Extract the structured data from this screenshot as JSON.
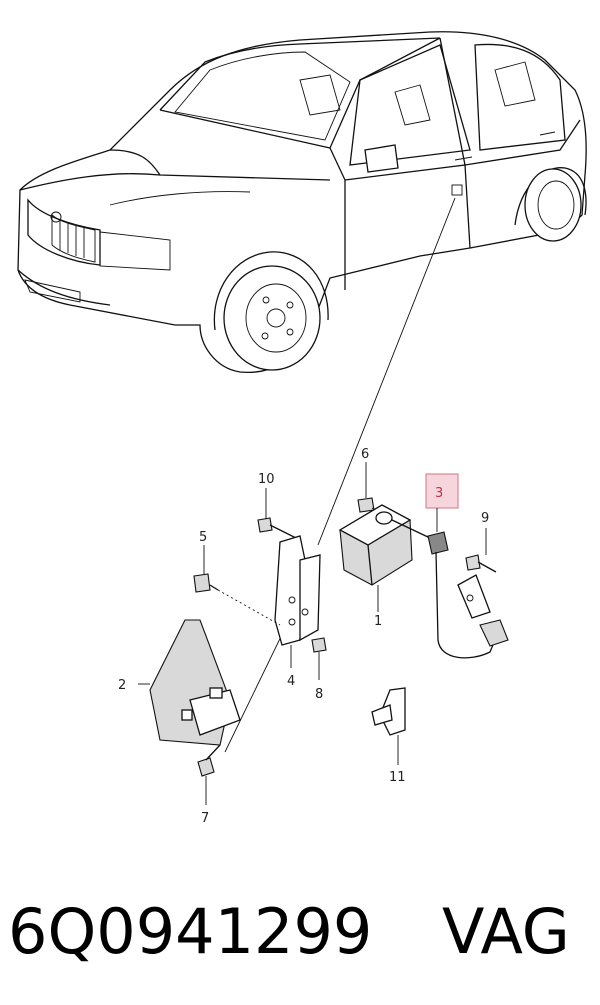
{
  "diagram": {
    "callouts": [
      {
        "id": "1",
        "label": "1"
      },
      {
        "id": "2",
        "label": "2"
      },
      {
        "id": "3",
        "label": "3",
        "highlighted": true,
        "highlight_color": "#c0304a"
      },
      {
        "id": "4",
        "label": "4"
      },
      {
        "id": "5",
        "label": "5"
      },
      {
        "id": "6",
        "label": "6"
      },
      {
        "id": "7",
        "label": "7"
      },
      {
        "id": "8",
        "label": "8"
      },
      {
        "id": "9",
        "label": "9"
      },
      {
        "id": "10",
        "label": "10"
      },
      {
        "id": "11",
        "label": "11"
      }
    ]
  },
  "footer": {
    "part_number": "6Q0941299",
    "brand": "VAG"
  }
}
